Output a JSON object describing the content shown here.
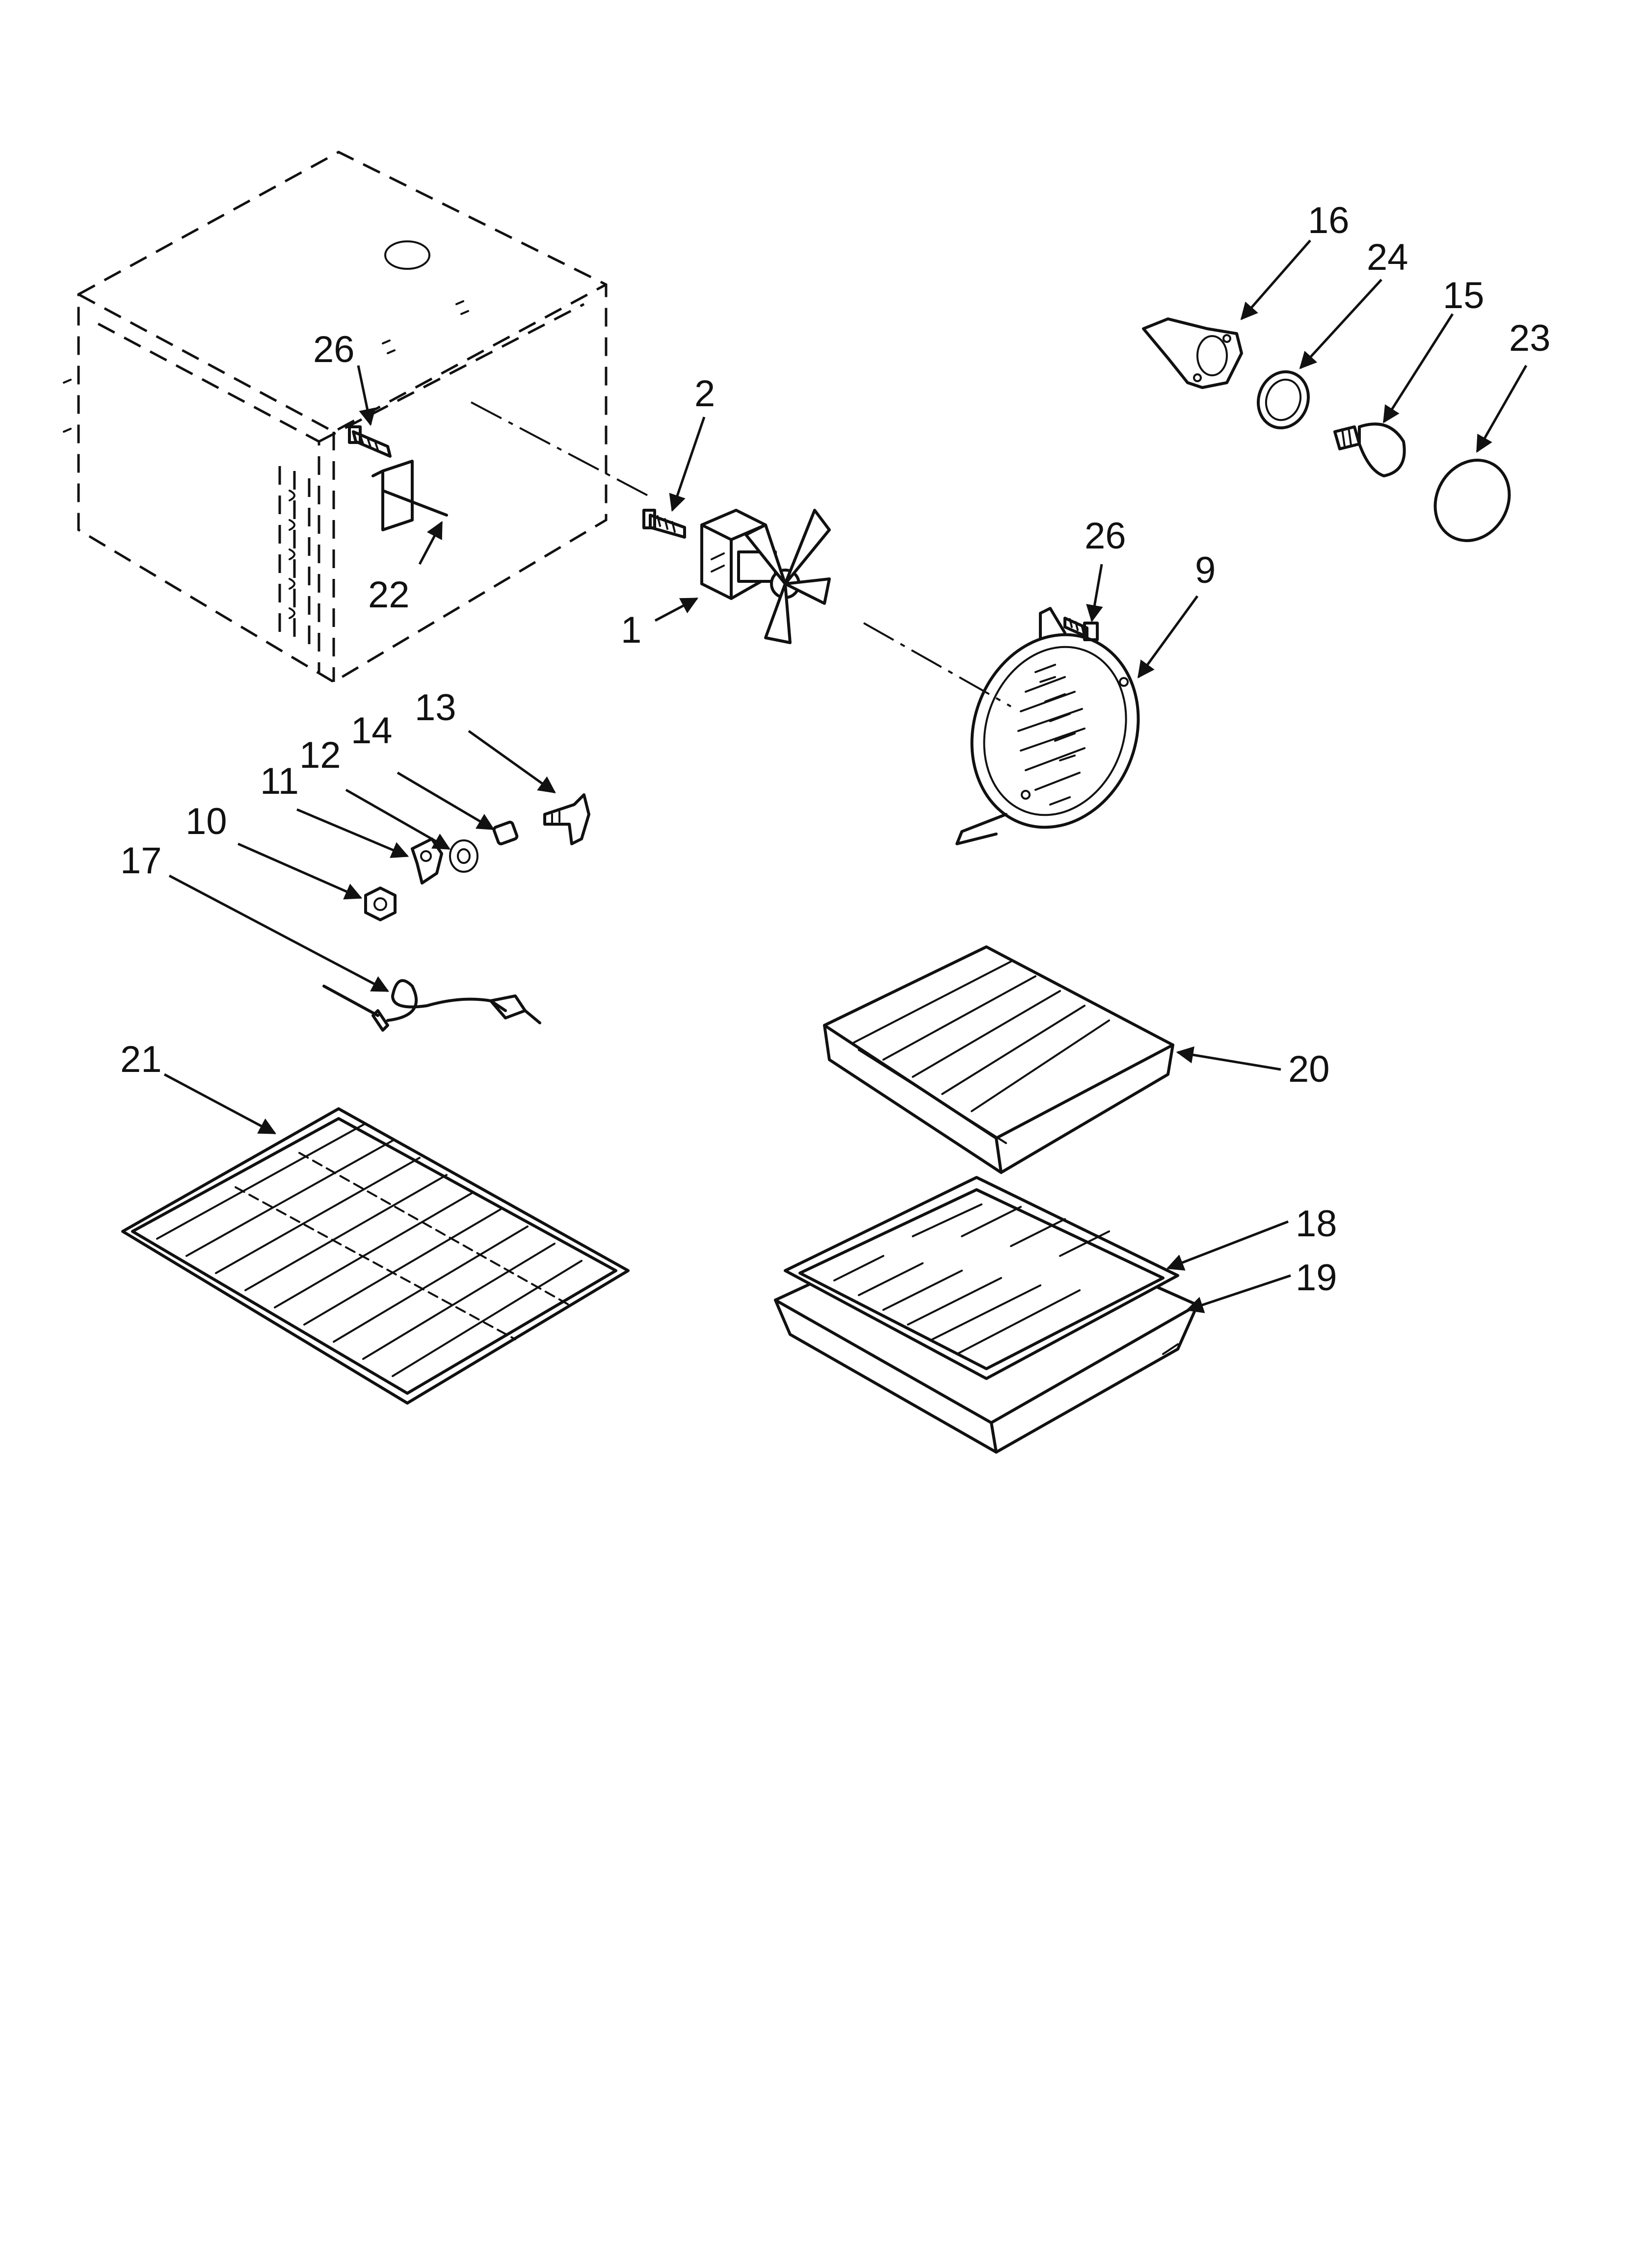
{
  "callouts": {
    "c1": "1",
    "c2": "2",
    "c9": "9",
    "c10": "10",
    "c11": "11",
    "c12": "12",
    "c13": "13",
    "c14": "14",
    "c15": "15",
    "c16": "16",
    "c17": "17",
    "c18": "18",
    "c19": "19",
    "c20": "20",
    "c21": "21",
    "c22": "22",
    "c23": "23",
    "c24": "24",
    "c26a": "26",
    "c26b": "26"
  }
}
